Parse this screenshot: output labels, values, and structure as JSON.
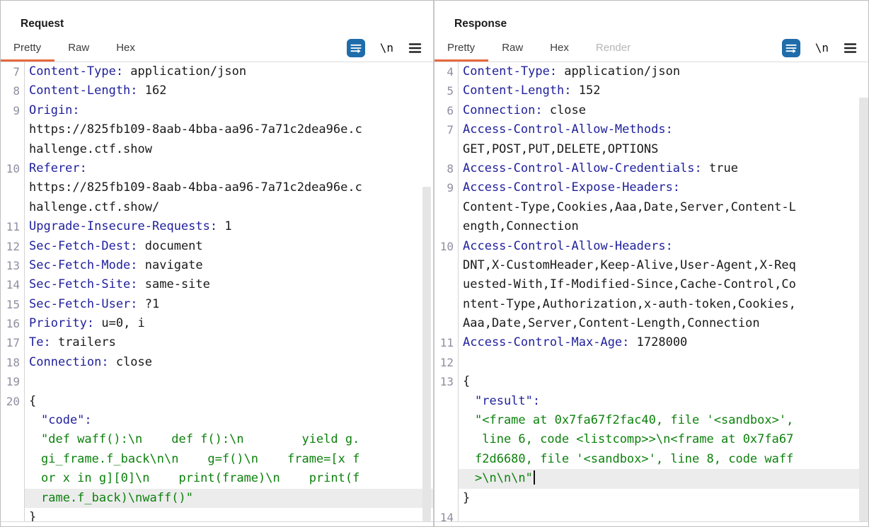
{
  "colors": {
    "accent_orange": "#e8693e",
    "accent_blue": "#1f6cab",
    "header_name_blue": "#1f1f9c",
    "string_green": "#0d810d",
    "line_number_gray": "#8f8fa0",
    "highlight_row": "#ececec"
  },
  "layout_toggle": {
    "columns_label": "split-columns-view",
    "rows_label": "split-rows-view",
    "single_label": "single-view",
    "active": "columns"
  },
  "request": {
    "title": "Request",
    "tabs": [
      "Pretty",
      "Raw",
      "Hex"
    ],
    "active_tab": "Pretty",
    "tools": {
      "newline_label": "\\n"
    },
    "rows": [
      {
        "n": "7",
        "p": [
          {
            "s": "k",
            "t": "Content-Type:"
          },
          {
            "s": "v",
            "t": " application/json"
          }
        ]
      },
      {
        "n": "8",
        "p": [
          {
            "s": "k",
            "t": "Content-Length:"
          },
          {
            "s": "v",
            "t": " 162"
          }
        ]
      },
      {
        "n": "9",
        "p": [
          {
            "s": "k",
            "t": "Origin:"
          }
        ]
      },
      {
        "n": "",
        "p": [
          {
            "s": "v",
            "t": "https://825fb109-8aab-4bba-aa96-7a71c2dea96e.c"
          }
        ]
      },
      {
        "n": "",
        "p": [
          {
            "s": "v",
            "t": "hallenge.ctf.show"
          }
        ]
      },
      {
        "n": "10",
        "p": [
          {
            "s": "k",
            "t": "Referer:"
          }
        ]
      },
      {
        "n": "",
        "p": [
          {
            "s": "v",
            "t": "https://825fb109-8aab-4bba-aa96-7a71c2dea96e.c"
          }
        ]
      },
      {
        "n": "",
        "p": [
          {
            "s": "v",
            "t": "hallenge.ctf.show/"
          }
        ]
      },
      {
        "n": "11",
        "p": [
          {
            "s": "k",
            "t": "Upgrade-Insecure-Requests:"
          },
          {
            "s": "v",
            "t": " 1"
          }
        ]
      },
      {
        "n": "12",
        "p": [
          {
            "s": "k",
            "t": "Sec-Fetch-Dest:"
          },
          {
            "s": "v",
            "t": " document"
          }
        ]
      },
      {
        "n": "13",
        "p": [
          {
            "s": "k",
            "t": "Sec-Fetch-Mode:"
          },
          {
            "s": "v",
            "t": " navigate"
          }
        ]
      },
      {
        "n": "14",
        "p": [
          {
            "s": "k",
            "t": "Sec-Fetch-Site:"
          },
          {
            "s": "v",
            "t": " same-site"
          }
        ]
      },
      {
        "n": "15",
        "p": [
          {
            "s": "k",
            "t": "Sec-Fetch-User:"
          },
          {
            "s": "v",
            "t": " ?1"
          }
        ]
      },
      {
        "n": "16",
        "p": [
          {
            "s": "k",
            "t": "Priority:"
          },
          {
            "s": "v",
            "t": " u=0, i"
          }
        ]
      },
      {
        "n": "17",
        "p": [
          {
            "s": "k",
            "t": "Te:"
          },
          {
            "s": "v",
            "t": " trailers"
          }
        ]
      },
      {
        "n": "18",
        "p": [
          {
            "s": "k",
            "t": "Connection:"
          },
          {
            "s": "v",
            "t": " close"
          }
        ]
      },
      {
        "n": "19",
        "p": []
      },
      {
        "n": "20",
        "p": [
          {
            "s": "v",
            "t": "{"
          }
        ]
      },
      {
        "n": "",
        "ind": true,
        "p": [
          {
            "s": "k",
            "t": "\"code\":"
          }
        ]
      },
      {
        "n": "",
        "ind": true,
        "p": [
          {
            "s": "s",
            "t": "\"def waff():\\n    def f():\\n        yield g."
          }
        ]
      },
      {
        "n": "",
        "ind": true,
        "p": [
          {
            "s": "s",
            "t": "gi_frame.f_back\\n\\n    g=f()\\n    frame=[x f"
          }
        ]
      },
      {
        "n": "",
        "ind": true,
        "p": [
          {
            "s": "s",
            "t": "or x in g][0]\\n    print(frame)\\n    print(f"
          }
        ]
      },
      {
        "n": "",
        "ind": true,
        "hl": true,
        "p": [
          {
            "s": "s",
            "t": "rame.f_back)\\nwaff()\""
          }
        ]
      },
      {
        "n": "",
        "p": [
          {
            "s": "v",
            "t": "}"
          }
        ]
      }
    ]
  },
  "response": {
    "title": "Response",
    "tabs": [
      "Pretty",
      "Raw",
      "Hex",
      "Render"
    ],
    "active_tab": "Pretty",
    "disabled_tab": "Render",
    "tools": {
      "newline_label": "\\n"
    },
    "rows": [
      {
        "n": "4",
        "p": [
          {
            "s": "k",
            "t": "Content-Type:"
          },
          {
            "s": "v",
            "t": " application/json"
          }
        ]
      },
      {
        "n": "5",
        "p": [
          {
            "s": "k",
            "t": "Content-Length:"
          },
          {
            "s": "v",
            "t": " 152"
          }
        ]
      },
      {
        "n": "6",
        "p": [
          {
            "s": "k",
            "t": "Connection:"
          },
          {
            "s": "v",
            "t": " close"
          }
        ]
      },
      {
        "n": "7",
        "p": [
          {
            "s": "k",
            "t": "Access-Control-Allow-Methods:"
          }
        ]
      },
      {
        "n": "",
        "p": [
          {
            "s": "v",
            "t": "GET,POST,PUT,DELETE,OPTIONS"
          }
        ]
      },
      {
        "n": "8",
        "p": [
          {
            "s": "k",
            "t": "Access-Control-Allow-Credentials:"
          },
          {
            "s": "v",
            "t": " true"
          }
        ]
      },
      {
        "n": "9",
        "p": [
          {
            "s": "k",
            "t": "Access-Control-Expose-Headers:"
          }
        ]
      },
      {
        "n": "",
        "p": [
          {
            "s": "v",
            "t": "Content-Type,Cookies,Aaa,Date,Server,Content-L"
          }
        ]
      },
      {
        "n": "",
        "p": [
          {
            "s": "v",
            "t": "ength,Connection"
          }
        ]
      },
      {
        "n": "10",
        "p": [
          {
            "s": "k",
            "t": "Access-Control-Allow-Headers:"
          }
        ]
      },
      {
        "n": "",
        "p": [
          {
            "s": "v",
            "t": "DNT,X-CustomHeader,Keep-Alive,User-Agent,X-Req"
          }
        ]
      },
      {
        "n": "",
        "p": [
          {
            "s": "v",
            "t": "uested-With,If-Modified-Since,Cache-Control,Co"
          }
        ]
      },
      {
        "n": "",
        "p": [
          {
            "s": "v",
            "t": "ntent-Type,Authorization,x-auth-token,Cookies,"
          }
        ]
      },
      {
        "n": "",
        "p": [
          {
            "s": "v",
            "t": "Aaa,Date,Server,Content-Length,Connection"
          }
        ]
      },
      {
        "n": "11",
        "p": [
          {
            "s": "k",
            "t": "Access-Control-Max-Age:"
          },
          {
            "s": "v",
            "t": " 1728000"
          }
        ]
      },
      {
        "n": "12",
        "p": []
      },
      {
        "n": "13",
        "p": [
          {
            "s": "v",
            "t": "{"
          }
        ]
      },
      {
        "n": "",
        "ind": true,
        "p": [
          {
            "s": "k",
            "t": "\"result\":"
          }
        ]
      },
      {
        "n": "",
        "ind": true,
        "p": [
          {
            "s": "s",
            "t": "\"<frame at 0x7fa67f2fac40, file '<sandbox>',"
          }
        ]
      },
      {
        "n": "",
        "ind": true,
        "p": [
          {
            "s": "s",
            "t": " line 6, code <listcomp>>\\n<frame at 0x7fa67"
          }
        ]
      },
      {
        "n": "",
        "ind": true,
        "p": [
          {
            "s": "s",
            "t": "f2d6680, file '<sandbox>', line 8, code waff"
          }
        ]
      },
      {
        "n": "",
        "ind": true,
        "hl": true,
        "caret": true,
        "p": [
          {
            "s": "s",
            "t": ">\\n\\n\\n\""
          }
        ]
      },
      {
        "n": "",
        "p": [
          {
            "s": "v",
            "t": "}"
          }
        ]
      },
      {
        "n": "14",
        "p": []
      }
    ]
  }
}
